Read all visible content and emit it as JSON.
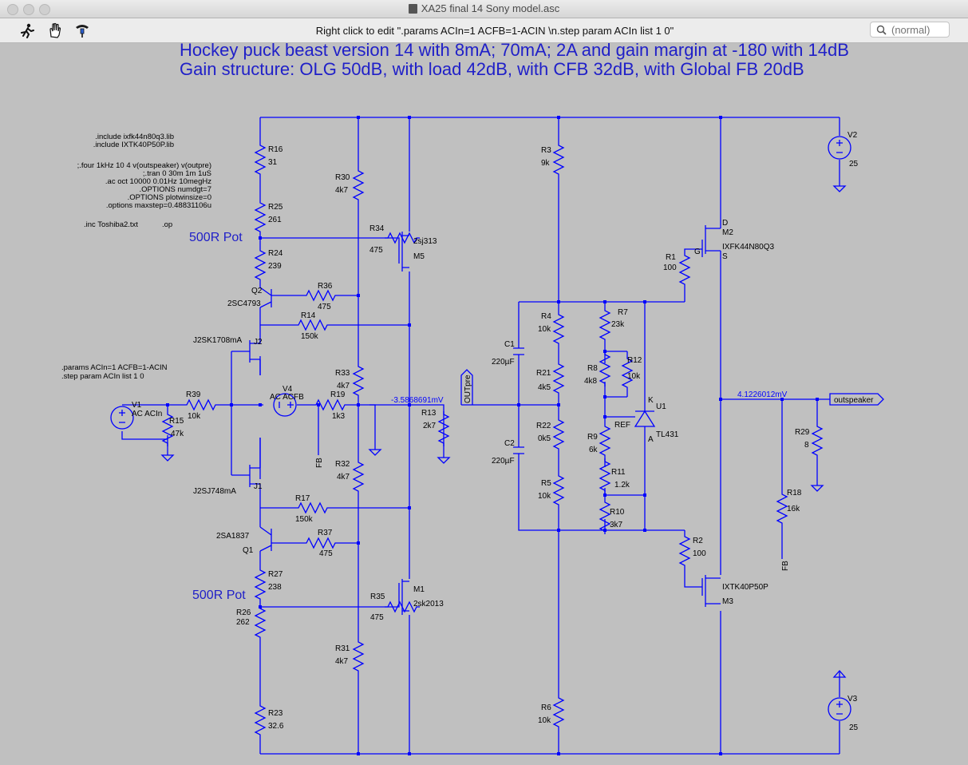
{
  "window": {
    "title": "XA25 final 14 Sony model.asc"
  },
  "toolbar": {
    "hint": "Right click to edit \".params ACIn=1 ACFB=1-ACIN \\n.step param ACIn list 1 0\"",
    "search_placeholder": "(normal)"
  },
  "schematic": {
    "headings": [
      "Hockey puck beast version 14 with  8mA; 70mA; 2A and gain margin at -180 with 14dB",
      "Gain structure: OLG 50dB, with load 42dB, with CFB 32dB, with Global FB 20dB"
    ],
    "directives_top": [
      ".include ixfk44n80q3.lib",
      ".include IXTK40P50P.lib"
    ],
    "directives_sim": [
      ";.four 1kHz 10 4 v(outspeaker) v(outpre)",
      ";.tran 0 30m 1m 1uS",
      ".ac oct 10000 0.01Hz 10megHz",
      ".OPTIONS numdgt=7",
      ".OPTIONS plotwinsize=0",
      ".options maxstep=0.48831106u"
    ],
    "directive_inc": ".inc Toshiba2.txt",
    "directive_op": ".op",
    "directive_params": [
      ".params ACIn=1 ACFB=1-ACIN",
      ".step param ACIn list 1 0"
    ],
    "pot_labels": [
      "500R Pot",
      "500R Pot"
    ],
    "node_voltage_left": "-3.5868691mV",
    "node_voltage_right": "4.1226012mV",
    "net_labels": {
      "outpre": "OUTpre",
      "outspeaker": "outspeaker",
      "fb": "FB"
    },
    "resistors": [
      {
        "ref": "R16",
        "val": "31"
      },
      {
        "ref": "R25",
        "val": "261"
      },
      {
        "ref": "R24",
        "val": "239"
      },
      {
        "ref": "R30",
        "val": "4k7"
      },
      {
        "ref": "R34",
        "val": "475"
      },
      {
        "ref": "R36",
        "val": "475"
      },
      {
        "ref": "R14",
        "val": "150k"
      },
      {
        "ref": "R39",
        "val": "10k"
      },
      {
        "ref": "R15",
        "val": "47k"
      },
      {
        "ref": "R19",
        "val": "1k3"
      },
      {
        "ref": "R33",
        "val": "4k7"
      },
      {
        "ref": "R32",
        "val": "4k7"
      },
      {
        "ref": "R13",
        "val": "2k7"
      },
      {
        "ref": "R17",
        "val": "150k"
      },
      {
        "ref": "R37",
        "val": "475"
      },
      {
        "ref": "R27",
        "val": "238"
      },
      {
        "ref": "R26",
        "val": "262"
      },
      {
        "ref": "R35",
        "val": "475"
      },
      {
        "ref": "R31",
        "val": "4k7"
      },
      {
        "ref": "R23",
        "val": "32.6"
      },
      {
        "ref": "R3",
        "val": "9k"
      },
      {
        "ref": "R4",
        "val": "10k"
      },
      {
        "ref": "R21",
        "val": "4k5"
      },
      {
        "ref": "R22",
        "val": "0k5"
      },
      {
        "ref": "R5",
        "val": "10k"
      },
      {
        "ref": "R6",
        "val": "10k"
      },
      {
        "ref": "R7",
        "val": "23k"
      },
      {
        "ref": "R8",
        "val": "4k8"
      },
      {
        "ref": "R12",
        "val": "10k"
      },
      {
        "ref": "R9",
        "val": "6k"
      },
      {
        "ref": "R11",
        "val": "1.2k"
      },
      {
        "ref": "R10",
        "val": "3k7"
      },
      {
        "ref": "R1",
        "val": "100"
      },
      {
        "ref": "R2",
        "val": "100"
      },
      {
        "ref": "R29",
        "val": "8"
      },
      {
        "ref": "R18",
        "val": "16k"
      }
    ],
    "capacitors": [
      {
        "ref": "C1",
        "val": "220µF"
      },
      {
        "ref": "C2",
        "val": "220µF"
      }
    ],
    "sources": [
      {
        "ref": "V1",
        "val": "AC ACIn"
      },
      {
        "ref": "V4",
        "val": "AC ACFB"
      },
      {
        "ref": "V2",
        "val": "25"
      },
      {
        "ref": "V3",
        "val": "25"
      }
    ],
    "transistors": [
      {
        "ref": "Q2",
        "val": "2SC4793"
      },
      {
        "ref": "Q1",
        "val": "2SA1837"
      },
      {
        "ref": "J2",
        "val": "J2SK1708mA"
      },
      {
        "ref": "J1",
        "val": "J2SJ748mA"
      },
      {
        "ref": "M5",
        "val": "2sj313"
      },
      {
        "ref": "M1",
        "val": "2sk2013"
      },
      {
        "ref": "M2",
        "val": "IXFK44N80Q3"
      },
      {
        "ref": "M3",
        "val": "IXTK40P50P"
      }
    ],
    "shunt": {
      "ref": "U1",
      "val": "TL431",
      "pin_k": "K",
      "pin_a": "A",
      "pin_ref": "REF"
    },
    "mosfet_pins": {
      "d": "D",
      "g": "G",
      "s": "S"
    }
  },
  "colors": {
    "wire": "#0000ff",
    "background": "#c0c0c0",
    "heading": "#2020c8"
  },
  "icons": [
    "run-icon",
    "halt-icon",
    "probe-icon",
    "search-icon"
  ]
}
